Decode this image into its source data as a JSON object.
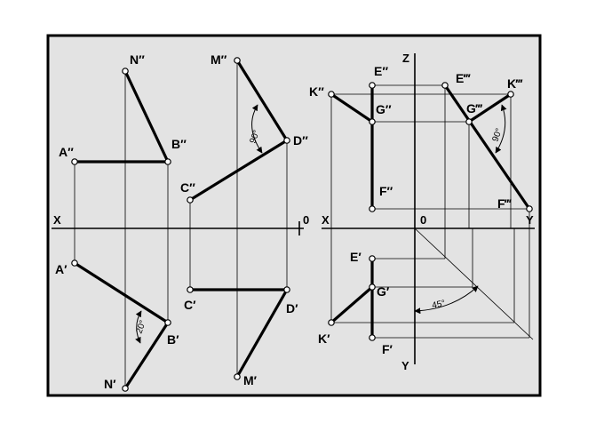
{
  "labels": {
    "N2": "N″",
    "A2": "A″",
    "B2": "B″",
    "A1": "A′",
    "B1": "B′",
    "N1": "N′",
    "M2": "M″",
    "D2": "D″",
    "C2": "C″",
    "C1": "C′",
    "D1": "D′",
    "M1": "M′",
    "K2": "K″",
    "E2": "E″",
    "G2": "G″",
    "F2": "F″",
    "E3": "E‴",
    "K3": "K‴",
    "G3": "G‴",
    "F3": "F‴",
    "E1": "E′",
    "G1": "G′",
    "K1": "K′",
    "F1": "F′"
  },
  "axes": {
    "left_x": "X",
    "left_zero": "0",
    "right_x": "X",
    "right_zero": "0",
    "right_y": "Y",
    "z": "Z",
    "bottom_y": "Y"
  },
  "angles": {
    "nb": "20°",
    "md": "90°",
    "kg": "90°",
    "fortyfive": "45°"
  }
}
